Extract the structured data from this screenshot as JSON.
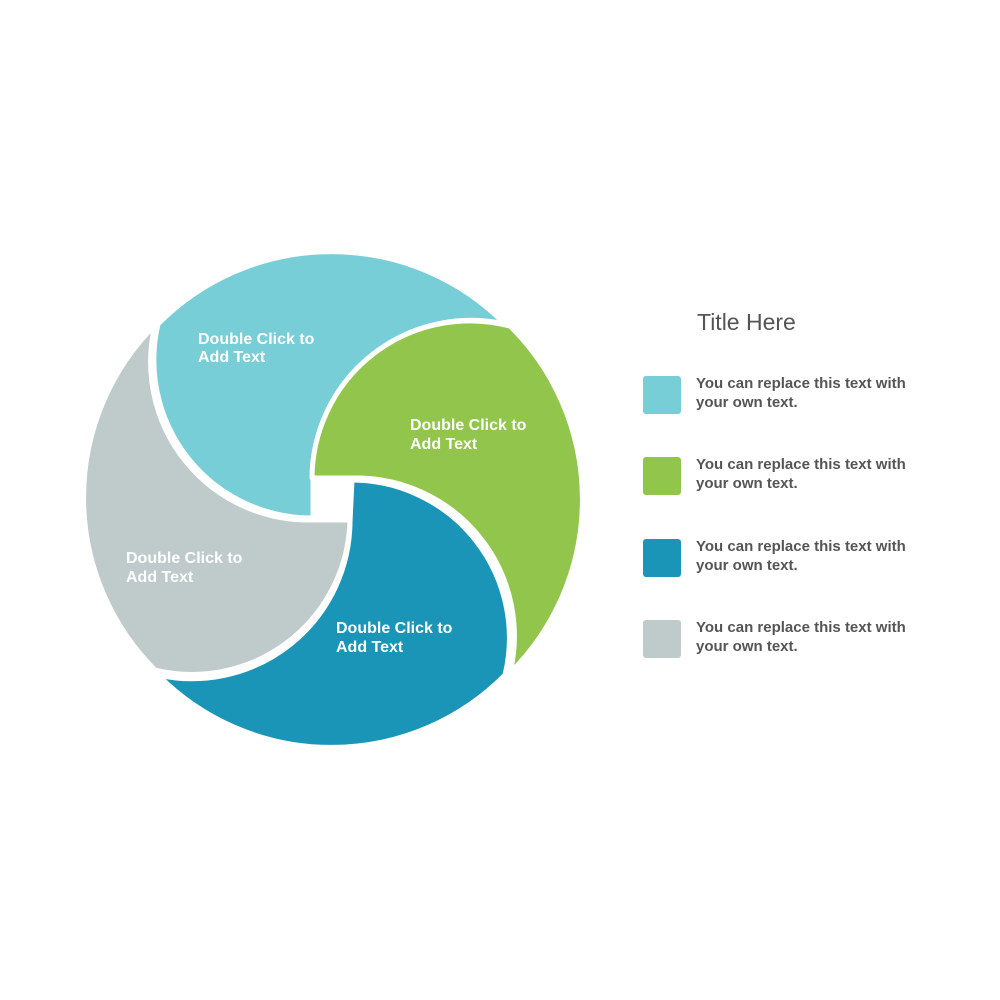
{
  "diagram": {
    "segments": [
      {
        "id": "light-teal",
        "color": "#78CED7",
        "label_line1": "Double Click to",
        "label_line2": "Add Text"
      },
      {
        "id": "green",
        "color": "#92C54B",
        "label_line1": "Double Click to",
        "label_line2": "Add Text"
      },
      {
        "id": "blue",
        "color": "#1A94B7",
        "label_line1": "Double Click to",
        "label_line2": "Add Text"
      },
      {
        "id": "gray",
        "color": "#BECBCA",
        "label_line1": "Double Click to",
        "label_line2": "Add Text"
      }
    ]
  },
  "legend": {
    "title": "Title Here",
    "items": [
      {
        "color": "#78CED7",
        "text": "You can replace this text with your own text."
      },
      {
        "color": "#92C54B",
        "text": "You can replace this text with your own text."
      },
      {
        "color": "#1A94B7",
        "text": "You can replace this text with your own text."
      },
      {
        "color": "#BECBCA",
        "text": "You can replace this text with your own text."
      }
    ]
  }
}
